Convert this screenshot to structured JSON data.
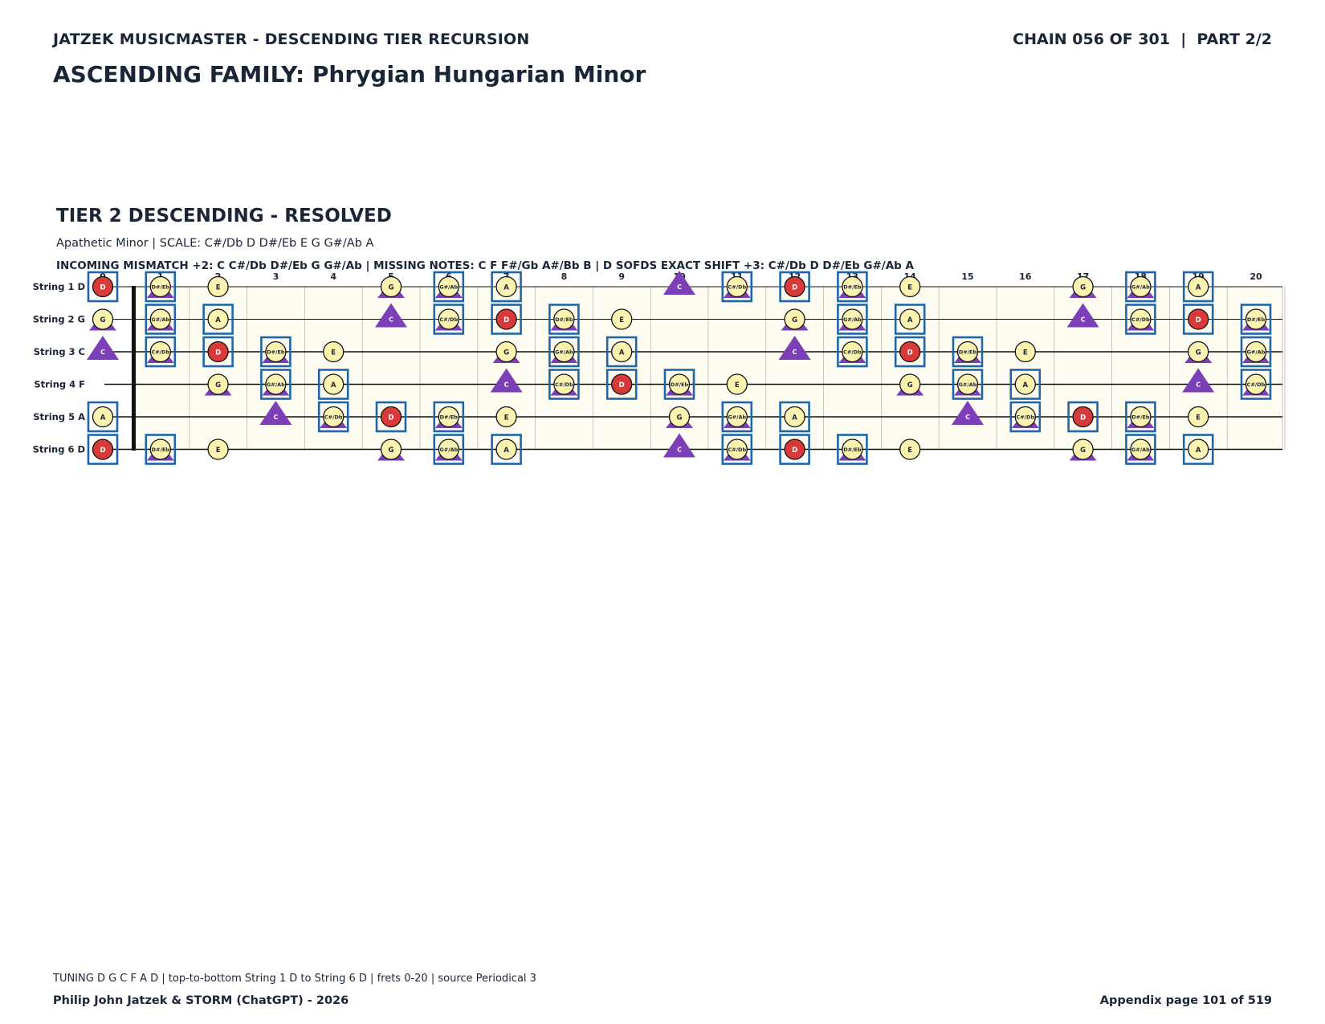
{
  "header": {
    "left": "JATZEK MUSICMASTER - DESCENDING TIER RECURSION",
    "right": "CHAIN 056 OF 301  |  PART 2/2"
  },
  "family_title": "ASCENDING FAMILY: Phrygian Hungarian Minor",
  "tier": {
    "title": "TIER 2 DESCENDING - RESOLVED",
    "scale_line": "Apathetic Minor  |  SCALE: C#/Db D D#/Eb E G G#/Ab A",
    "info_line": "INCOMING MISMATCH +2: C C#/Db D#/Eb G G#/Ab  |  MISSING NOTES: C F F#/Gb A#/Bb B  |  D SOFDS EXACT SHIFT +3: C#/Db D D#/Eb G#/Ab A"
  },
  "fretboard": {
    "frets": [
      "0",
      "1",
      "2",
      "3",
      "4",
      "5",
      "6",
      "7",
      "8",
      "9",
      "10",
      "11",
      "12",
      "13",
      "14",
      "15",
      "16",
      "17",
      "18",
      "19",
      "20"
    ],
    "strings": [
      {
        "label": "String 1 D",
        "open": "D"
      },
      {
        "label": "String 2 G",
        "open": "G"
      },
      {
        "label": "String 3 C",
        "open": "C"
      },
      {
        "label": "String 4 F",
        "open": "F"
      },
      {
        "label": "String 5 A",
        "open": "A"
      },
      {
        "label": "String 6 D",
        "open": "D"
      }
    ],
    "chromatic": [
      "C",
      "C#/Db",
      "D",
      "D#/Eb",
      "E",
      "F",
      "F#/Gb",
      "G",
      "G#/Ab",
      "A",
      "A#/Bb",
      "B"
    ],
    "scale_notes": [
      "C#/Db",
      "D",
      "D#/Eb",
      "E",
      "G",
      "G#/Ab",
      "A"
    ],
    "root_note": "D",
    "incoming_mismatch": [
      "C",
      "C#/Db",
      "D#/Eb",
      "G",
      "G#/Ab"
    ],
    "shift_notes": [
      "C#/Db",
      "D",
      "D#/Eb",
      "G#/Ab",
      "A"
    ],
    "colors": {
      "note_fill": "#fdf3b0",
      "root_fill": "#d83a3a",
      "triangle": "#7c3fb7",
      "box": "#1f66a8",
      "board_bg": "#fffdf2"
    }
  },
  "footer": {
    "note": "TUNING D G C F A D | top-to-bottom String 1 D to String 6 D | frets 0-20 | source Periodical 3",
    "left": "Philip John Jatzek & STORM (ChatGPT) - 2026",
    "right": "Appendix page 101 of 519"
  }
}
